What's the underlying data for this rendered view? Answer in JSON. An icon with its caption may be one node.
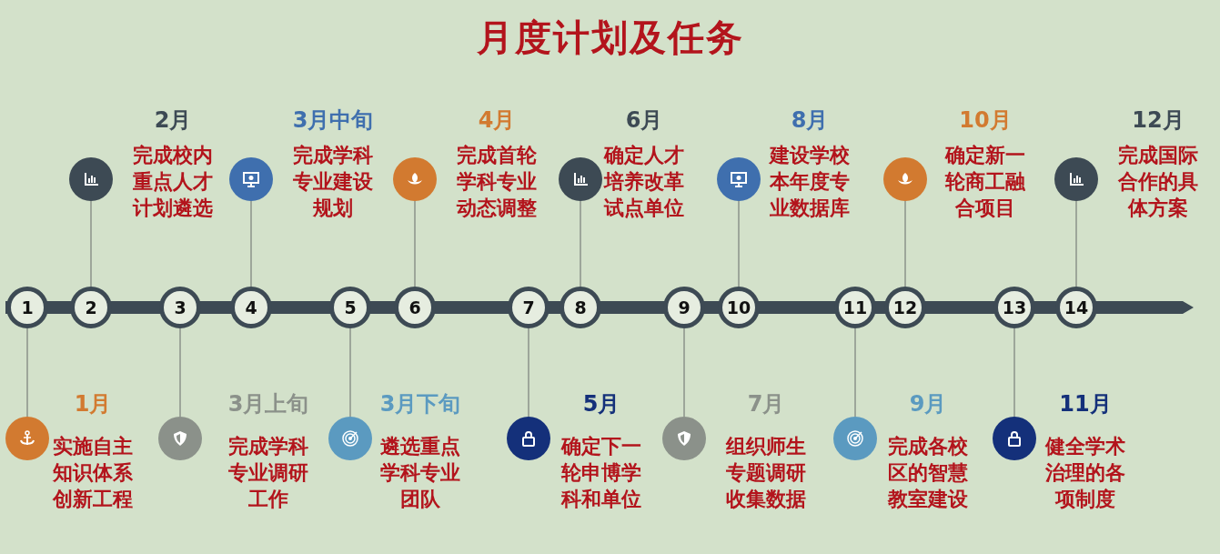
{
  "diagram": {
    "title": "月度计划及任务",
    "nodes": [
      {
        "text": [
          "1"
        ]
      },
      {
        "text": [
          "2"
        ]
      },
      {
        "text": [
          "3"
        ]
      },
      {
        "text": [
          "4"
        ]
      },
      {
        "text": [
          "5"
        ]
      },
      {
        "text": [
          "6"
        ]
      },
      {
        "text": [
          "7"
        ]
      },
      {
        "text": [
          "8"
        ]
      },
      {
        "text": [
          "9"
        ]
      },
      {
        "text": [
          "10"
        ]
      },
      {
        "text": [
          "11"
        ]
      },
      {
        "text": [
          "12"
        ]
      },
      {
        "text": [
          "13"
        ]
      },
      {
        "text": [
          "14"
        ]
      },
      {
        "text": [],
        "shape": "circle",
        "beside": [
          "1月",
          "实施自主知识体系创新工程"
        ]
      },
      {
        "text": [],
        "shape": "circle",
        "beside": [
          "2月",
          "完成校内重点人才计划遴选"
        ]
      },
      {
        "text": [],
        "shape": "circle",
        "beside": [
          "3月上旬",
          "完成学科专业调研工作"
        ]
      },
      {
        "text": [],
        "shape": "circle",
        "beside": [
          "3月中旬",
          "完成学科专业建设规划"
        ]
      },
      {
        "text": [],
        "shape": "circle",
        "beside": [
          "3月下旬",
          "遴选重点学科专业团队"
        ]
      },
      {
        "text": [],
        "shape": "circle",
        "beside": [
          "4月",
          "完成首轮学科专业动态调整"
        ]
      },
      {
        "text": [],
        "shape": "circle",
        "beside": [
          "5月",
          "确定下一轮申博学科和单位"
        ]
      },
      {
        "text": [],
        "shape": "circle",
        "beside": [
          "6月",
          "确定人才培养改革试点单位"
        ]
      },
      {
        "text": [],
        "shape": "circle",
        "beside": [
          "7月",
          "组织师生专题调研收集数据"
        ]
      },
      {
        "text": [],
        "shape": "circle",
        "beside": [
          "8月",
          "建设学校本年度专业数据库"
        ]
      },
      {
        "text": [],
        "shape": "circle",
        "beside": [
          "9月",
          "完成各校区的智慧教室建设"
        ]
      },
      {
        "text": [],
        "shape": "circle",
        "beside": [
          "10月",
          "确定新一轮商工融合项目"
        ]
      },
      {
        "text": [],
        "shape": "circle",
        "beside": [
          "11月",
          "健全学术治理的各项制度"
        ]
      },
      {
        "text": [],
        "shape": "circle",
        "beside": [
          "12月",
          "完成国际合作的具体方案"
        ]
      }
    ],
    "edges": [
      {
        "from": 0,
        "to": 14,
        "arrow": "none"
      },
      {
        "from": 1,
        "to": 15,
        "arrow": "none"
      },
      {
        "from": 2,
        "to": 16,
        "arrow": "none"
      },
      {
        "from": 3,
        "to": 17,
        "arrow": "none"
      },
      {
        "from": 4,
        "to": 18,
        "arrow": "none"
      },
      {
        "from": 5,
        "to": 19,
        "arrow": "none"
      },
      {
        "from": 6,
        "to": 20,
        "arrow": "none"
      },
      {
        "from": 7,
        "to": 21,
        "arrow": "none"
      },
      {
        "from": 8,
        "to": 22,
        "arrow": "none"
      },
      {
        "from": 9,
        "to": 23,
        "arrow": "none"
      },
      {
        "from": 10,
        "to": 24,
        "arrow": "none"
      },
      {
        "from": 11,
        "to": 25,
        "arrow": "none"
      },
      {
        "from": 12,
        "to": 26,
        "arrow": "none"
      },
      {
        "from": 13,
        "to": 27,
        "arrow": "none"
      }
    ]
  }
}
